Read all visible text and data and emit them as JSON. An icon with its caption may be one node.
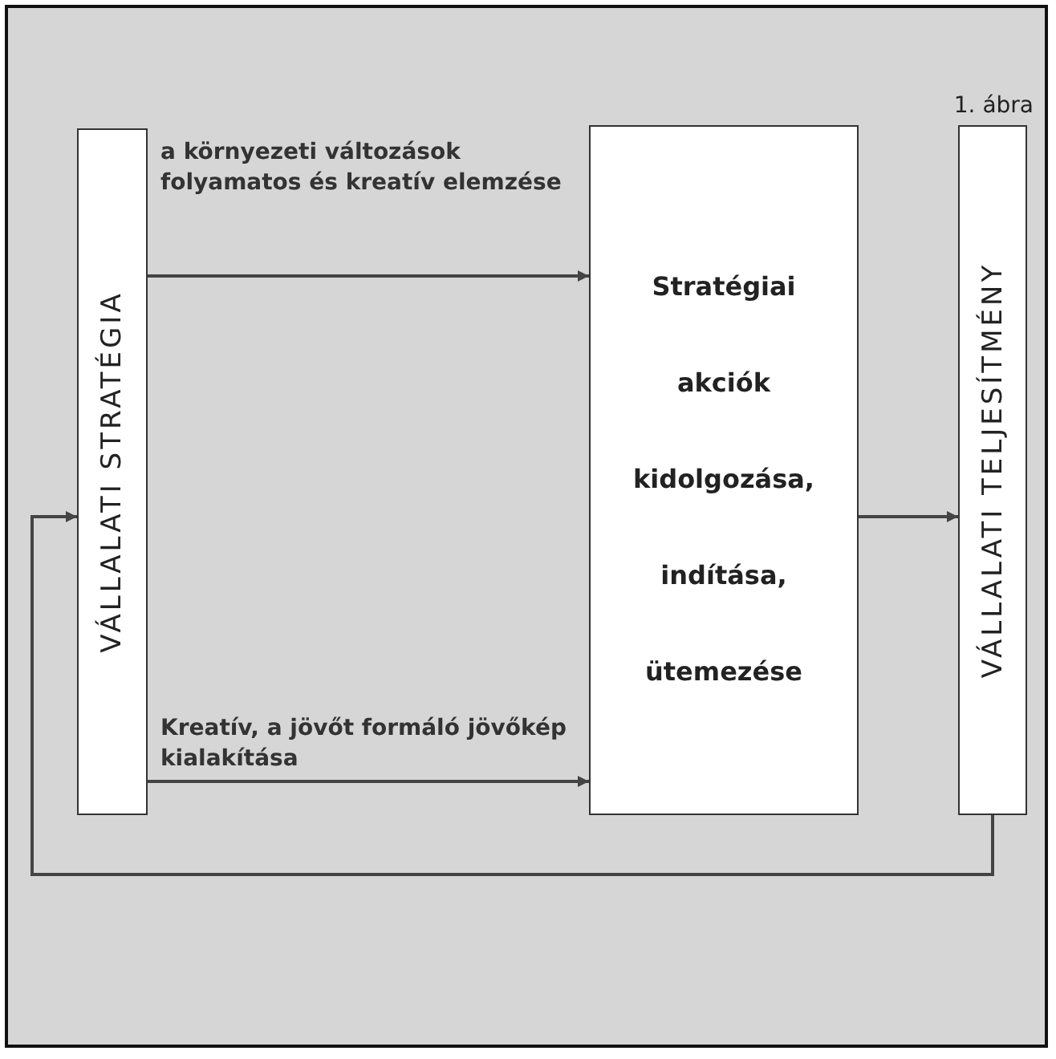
{
  "diagram": {
    "nodes": [
      {
        "text": [
          "VÁLLALATI STRATÉGIA"
        ]
      },
      {
        "text": [
          "Stratégiai akciók kidolgozása, indítása, ütemezése"
        ]
      },
      {
        "text": [
          "VÁLLALATI TELJESÍTMÉNY"
        ]
      }
    ],
    "edges": [
      {
        "from": 0,
        "to": 1,
        "arrow": "to",
        "label": "a környezeti változások folyamatos és kreatív elemzése"
      },
      {
        "from": 0,
        "to": 1,
        "arrow": "to",
        "label": "Kreatív, a jövőt formáló jövőkép kialakítása"
      },
      {
        "from": 1,
        "to": 2,
        "arrow": "to"
      },
      {
        "from": 2,
        "to": 0,
        "arrow": "to"
      }
    ],
    "labels": [
      "1. ábra"
    ]
  }
}
